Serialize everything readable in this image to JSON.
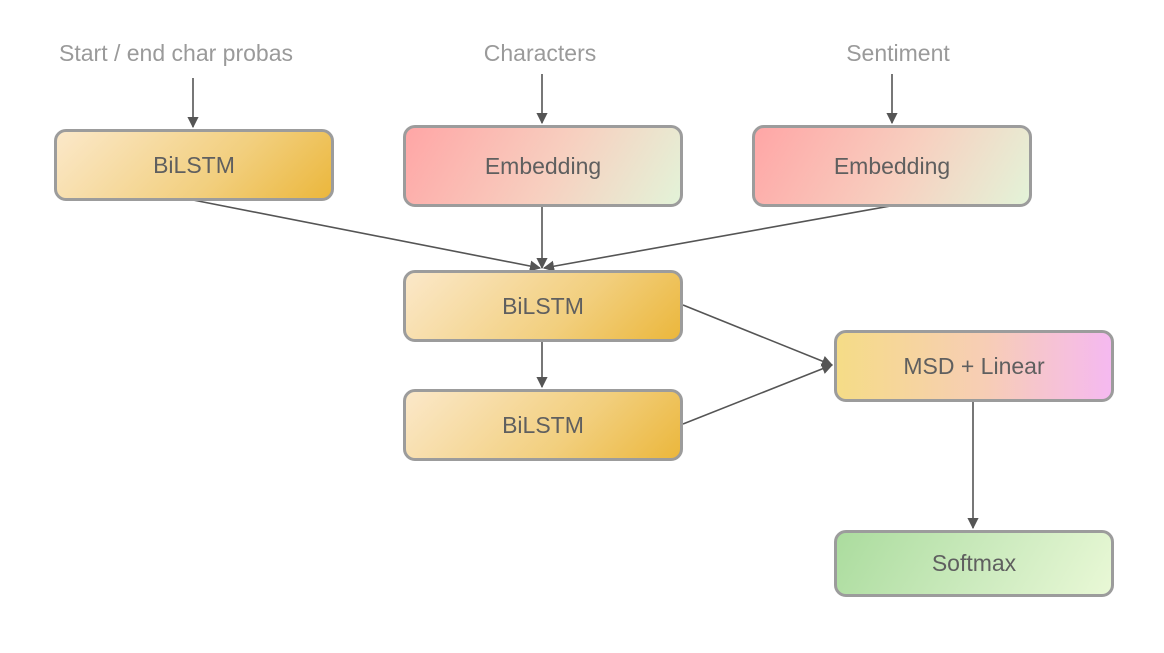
{
  "inputs": {
    "start_end": "Start / end char probas",
    "characters": "Characters",
    "sentiment": "Sentiment"
  },
  "nodes": {
    "bilstm_probas": "BiLSTM",
    "embedding_chars": "Embedding",
    "embedding_sentiment": "Embedding",
    "bilstm_1": "BiLSTM",
    "bilstm_2": "BiLSTM",
    "msd_linear": "MSD + Linear",
    "softmax": "Softmax"
  },
  "colors": {
    "edge": "#555555",
    "node_border": "#9c9c9c",
    "input_text": "#9a9a9a",
    "node_text": "#5f5f5f"
  }
}
